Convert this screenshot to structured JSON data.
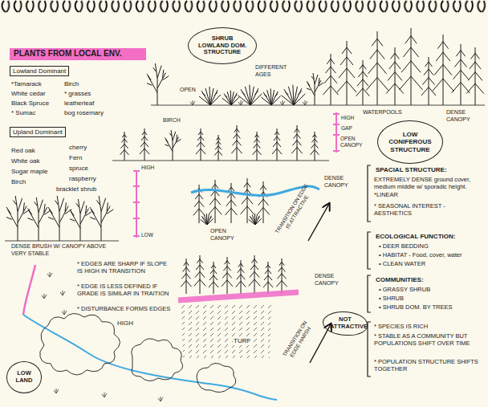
{
  "diagram": {
    "title": "PLANTS FROM LOCAL ENV.",
    "nodes": [
      {
        "text": [
          "SHRUB LOWLAND DOM. STRUCTURE"
        ]
      },
      {
        "text": [
          "Lowland Dominant"
        ]
      },
      {
        "text": [
          "Upland Dominant"
        ]
      },
      {
        "text": [
          "LOW CONIFEROUS STRUCTURE"
        ]
      },
      {
        "text": [
          "NOT ATTRACTIVE"
        ]
      },
      {
        "text": [
          "LOW LAND"
        ]
      }
    ],
    "labels": [
      "*Tamarack",
      "Birch",
      "White cedar",
      "* grasses",
      "Black Spruce",
      "leatherleaf",
      "* Sumac",
      "bog rosemary",
      "DIFFERENT AGES",
      "OPEN",
      "BIRCH",
      "DENSE CANOPY",
      "WATERPOOLS",
      "HIGH",
      "GAP",
      "OPEN CANOPY",
      "Red oak",
      "cherry",
      "White oak",
      "Fern",
      "Sugar maple",
      "spruce",
      "Birch",
      "raspberry",
      "bracklet shrub",
      "HIGH",
      "DENSE CANOPY",
      "SPACIAL STRUCTURE:",
      "EXTREMELY DENSE ground cover, medium middle w/ sporadic height. *LINEAR",
      "* SEASONAL INTEREST - AESTHETICS",
      "LOW",
      "OPEN CANOPY",
      "TRANSITION ON EDGE IS ATTRACTIVE",
      "ECOLOGICAL FUNCTION:",
      "• DEER BEDDING",
      "• HABITAT - Food, cover, water",
      "• CLEAN WATER",
      "DENSE BRUSH W/ CANOPY ABOVE VERY STABLE",
      "* EDGES ARE SHARP IF SLOPE IS HIGH IN TRANSITION",
      "COMMUNITIES:",
      "• GRASSY SHRUB",
      "• SHRUB",
      "• SHRUB DOM. BY TREES",
      "* EDGE IS LESS DEFINED IF GRADE IS SIMILAR IN TRAITION",
      "DENSE CANOPY",
      "* DISTURBANCE FORMS EDGES",
      "HIGH",
      "TRANSITION ON EDGE HARSH",
      "* SPECIES IS RICH",
      "TURF",
      "* STABLE AS A COMMUNITY BUT POPULATIONS SHIFT OVER TIME",
      "* POPULATION STRUCTURE SHIFTS TOGETHER"
    ]
  }
}
